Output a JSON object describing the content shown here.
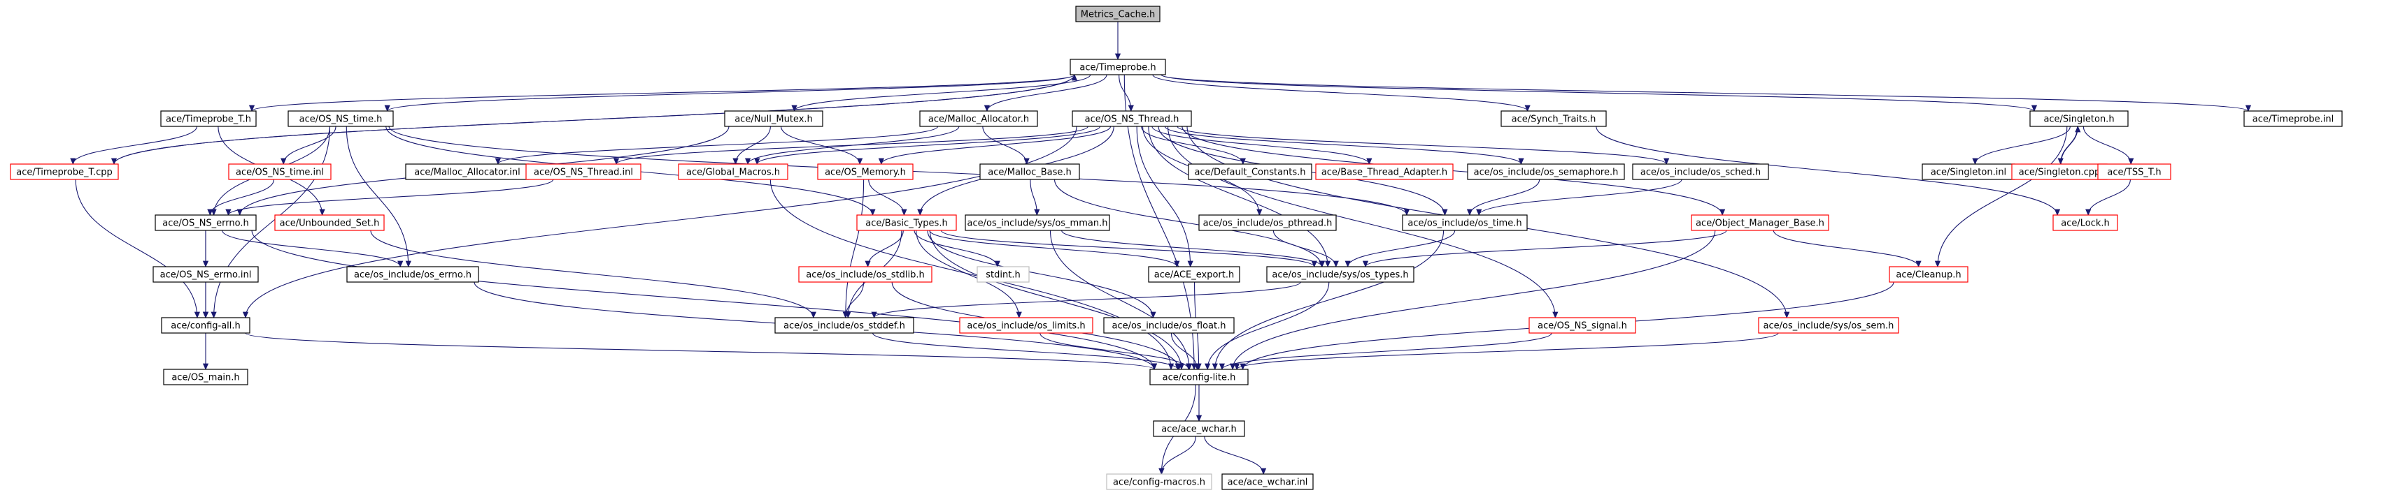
{
  "graph": {
    "root": "Metrics_Cache.h",
    "colors": {
      "edge": "#191970",
      "normal_border": "#000000",
      "truncated_border": "#ff0000",
      "external_border": "#bfbfbf",
      "root_fill": "#bfbfbf"
    },
    "nodes": [
      {
        "id": "metrics_cache",
        "label": "Metrics_Cache.h",
        "style": "root"
      },
      {
        "id": "timeprobe_h",
        "label": "ace/Timeprobe.h",
        "style": "normal"
      },
      {
        "id": "timeprobe_t_h",
        "label": "ace/Timeprobe_T.h",
        "style": "normal"
      },
      {
        "id": "os_ns_time_h",
        "label": "ace/OS_NS_time.h",
        "style": "normal"
      },
      {
        "id": "null_mutex_h",
        "label": "ace/Null_Mutex.h",
        "style": "normal"
      },
      {
        "id": "malloc_allocator_h",
        "label": "ace/Malloc_Allocator.h",
        "style": "normal"
      },
      {
        "id": "os_ns_thread_h",
        "label": "ace/OS_NS_Thread.h",
        "style": "normal"
      },
      {
        "id": "synch_traits_h",
        "label": "ace/Synch_Traits.h",
        "style": "normal"
      },
      {
        "id": "singleton_h",
        "label": "ace/Singleton.h",
        "style": "normal"
      },
      {
        "id": "timeprobe_inl",
        "label": "ace/Timeprobe.inl",
        "style": "normal"
      },
      {
        "id": "timeprobe_t_cpp",
        "label": "ace/Timeprobe_T.cpp",
        "style": "red"
      },
      {
        "id": "malloc_allocator_inl",
        "label": "ace/Malloc_Allocator.inl",
        "style": "normal"
      },
      {
        "id": "os_ns_thread_inl",
        "label": "ace/OS_NS_Thread.inl",
        "style": "red"
      },
      {
        "id": "global_macros_h",
        "label": "ace/Global_Macros.h",
        "style": "red"
      },
      {
        "id": "os_memory_h",
        "label": "ace/OS_Memory.h",
        "style": "red"
      },
      {
        "id": "malloc_base_h",
        "label": "ace/Malloc_Base.h",
        "style": "normal"
      },
      {
        "id": "default_constants_h",
        "label": "ace/Default_Constants.h",
        "style": "normal"
      },
      {
        "id": "base_thread_adapter_h",
        "label": "ace/Base_Thread_Adapter.h",
        "style": "red"
      },
      {
        "id": "os_semaphore_h",
        "label": "ace/os_include/os_semaphore.h",
        "style": "normal"
      },
      {
        "id": "os_sched_h",
        "label": "ace/os_include/os_sched.h",
        "style": "normal"
      },
      {
        "id": "singleton_inl",
        "label": "ace/Singleton.inl",
        "style": "normal"
      },
      {
        "id": "singleton_cpp",
        "label": "ace/Singleton.cpp",
        "style": "red"
      },
      {
        "id": "tss_t_h",
        "label": "ace/TSS_T.h",
        "style": "red"
      },
      {
        "id": "os_ns_time_inl",
        "label": "ace/OS_NS_time.inl",
        "style": "red"
      },
      {
        "id": "os_ns_errno_h",
        "label": "ace/OS_NS_errno.h",
        "style": "normal"
      },
      {
        "id": "unbounded_set_h",
        "label": "ace/Unbounded_Set.h",
        "style": "red"
      },
      {
        "id": "basic_types_h",
        "label": "ace/Basic_Types.h",
        "style": "red"
      },
      {
        "id": "os_mman_h",
        "label": "ace/os_include/sys/os_mman.h",
        "style": "normal"
      },
      {
        "id": "os_pthread_h",
        "label": "ace/os_include/os_pthread.h",
        "style": "normal"
      },
      {
        "id": "os_time_h",
        "label": "ace/os_include/os_time.h",
        "style": "normal"
      },
      {
        "id": "object_manager_base_h",
        "label": "ace/Object_Manager_Base.h",
        "style": "red"
      },
      {
        "id": "lock_h",
        "label": "ace/Lock.h",
        "style": "red"
      },
      {
        "id": "os_ns_errno_inl",
        "label": "ace/OS_NS_errno.inl",
        "style": "normal"
      },
      {
        "id": "os_errno_h",
        "label": "ace/os_include/os_errno.h",
        "style": "normal"
      },
      {
        "id": "os_stdlib_h",
        "label": "ace/os_include/os_stdlib.h",
        "style": "red"
      },
      {
        "id": "stdint_h",
        "label": "stdint.h",
        "style": "grey"
      },
      {
        "id": "ace_export_h",
        "label": "ace/ACE_export.h",
        "style": "normal"
      },
      {
        "id": "os_types_h",
        "label": "ace/os_include/sys/os_types.h",
        "style": "normal"
      },
      {
        "id": "cleanup_h",
        "label": "ace/Cleanup.h",
        "style": "red"
      },
      {
        "id": "config_all_h",
        "label": "ace/config-all.h",
        "style": "normal"
      },
      {
        "id": "os_stddef_h",
        "label": "ace/os_include/os_stddef.h",
        "style": "normal"
      },
      {
        "id": "os_limits_h",
        "label": "ace/os_include/os_limits.h",
        "style": "red"
      },
      {
        "id": "os_float_h",
        "label": "ace/os_include/os_float.h",
        "style": "normal"
      },
      {
        "id": "os_ns_signal_h",
        "label": "ace/OS_NS_signal.h",
        "style": "red"
      },
      {
        "id": "os_sem_h",
        "label": "ace/os_include/sys/os_sem.h",
        "style": "red"
      },
      {
        "id": "os_main_h",
        "label": "ace/OS_main.h",
        "style": "normal"
      },
      {
        "id": "config_lite_h",
        "label": "ace/config-lite.h",
        "style": "normal"
      },
      {
        "id": "ace_wchar_h",
        "label": "ace/ace_wchar.h",
        "style": "normal"
      },
      {
        "id": "config_macros_h",
        "label": "ace/config-macros.h",
        "style": "grey"
      },
      {
        "id": "ace_wchar_inl",
        "label": "ace/ace_wchar.inl",
        "style": "normal"
      }
    ],
    "edges": [
      [
        "metrics_cache",
        "timeprobe_h"
      ],
      [
        "timeprobe_h",
        "timeprobe_t_h"
      ],
      [
        "timeprobe_h",
        "os_ns_time_h"
      ],
      [
        "timeprobe_h",
        "null_mutex_h"
      ],
      [
        "timeprobe_h",
        "malloc_allocator_h"
      ],
      [
        "timeprobe_h",
        "os_ns_thread_h"
      ],
      [
        "timeprobe_h",
        "synch_traits_h"
      ],
      [
        "timeprobe_h",
        "singleton_h"
      ],
      [
        "timeprobe_h",
        "timeprobe_inl"
      ],
      [
        "timeprobe_h",
        "timeprobe_t_cpp"
      ],
      [
        "timeprobe_h",
        "config_lite_h"
      ],
      [
        "timeprobe_t_h",
        "timeprobe_t_cpp"
      ],
      [
        "timeprobe_t_h",
        "unbounded_set_h"
      ],
      [
        "timeprobe_t_cpp",
        "timeprobe_h"
      ],
      [
        "timeprobe_t_cpp",
        "config_all_h"
      ],
      [
        "os_ns_time_h",
        "os_ns_time_inl"
      ],
      [
        "os_ns_time_h",
        "os_ns_errno_h"
      ],
      [
        "os_ns_time_h",
        "basic_types_h"
      ],
      [
        "os_ns_time_h",
        "os_time_h"
      ],
      [
        "os_ns_time_h",
        "config_all_h"
      ],
      [
        "os_ns_time_h",
        "os_errno_h"
      ],
      [
        "os_ns_time_inl",
        "os_ns_errno_h"
      ],
      [
        "null_mutex_h",
        "global_macros_h"
      ],
      [
        "null_mutex_h",
        "os_memory_h"
      ],
      [
        "null_mutex_h",
        "os_ns_errno_h"
      ],
      [
        "malloc_allocator_h",
        "malloc_allocator_inl"
      ],
      [
        "malloc_allocator_h",
        "malloc_base_h"
      ],
      [
        "malloc_allocator_h",
        "global_macros_h"
      ],
      [
        "os_ns_thread_h",
        "os_ns_thread_inl"
      ],
      [
        "os_ns_thread_h",
        "global_macros_h"
      ],
      [
        "os_ns_thread_h",
        "os_memory_h"
      ],
      [
        "os_ns_thread_h",
        "default_constants_h"
      ],
      [
        "os_ns_thread_h",
        "base_thread_adapter_h"
      ],
      [
        "os_ns_thread_h",
        "os_semaphore_h"
      ],
      [
        "os_ns_thread_h",
        "os_sched_h"
      ],
      [
        "os_ns_thread_h",
        "basic_types_h"
      ],
      [
        "os_ns_thread_h",
        "os_pthread_h"
      ],
      [
        "os_ns_thread_h",
        "os_time_h"
      ],
      [
        "os_ns_thread_h",
        "object_manager_base_h"
      ],
      [
        "os_ns_thread_h",
        "ace_export_h"
      ],
      [
        "os_ns_thread_h",
        "os_types_h"
      ],
      [
        "os_ns_thread_h",
        "os_ns_signal_h"
      ],
      [
        "os_ns_thread_h",
        "os_sem_h"
      ],
      [
        "os_ns_thread_h",
        "config_all_h"
      ],
      [
        "os_ns_thread_inl",
        "os_ns_errno_h"
      ],
      [
        "global_macros_h",
        "config_lite_h"
      ],
      [
        "os_memory_h",
        "basic_types_h"
      ],
      [
        "os_memory_h",
        "os_stddef_h"
      ],
      [
        "malloc_base_h",
        "os_mman_h"
      ],
      [
        "malloc_base_h",
        "os_types_h"
      ],
      [
        "os_semaphore_h",
        "os_time_h"
      ],
      [
        "os_sched_h",
        "os_time_h"
      ],
      [
        "os_pthread_h",
        "os_types_h"
      ],
      [
        "os_time_h",
        "os_types_h"
      ],
      [
        "os_time_h",
        "config_lite_h"
      ],
      [
        "os_mman_h",
        "os_types_h"
      ],
      [
        "os_mman_h",
        "config_lite_h"
      ],
      [
        "singleton_h",
        "singleton_inl"
      ],
      [
        "singleton_h",
        "singleton_cpp"
      ],
      [
        "singleton_h",
        "tss_t_h"
      ],
      [
        "singleton_h",
        "cleanup_h"
      ],
      [
        "singleton_cpp",
        "singleton_h"
      ],
      [
        "synch_traits_h",
        "lock_h"
      ],
      [
        "tss_t_h",
        "lock_h"
      ],
      [
        "object_manager_base_h",
        "os_types_h"
      ],
      [
        "object_manager_base_h",
        "cleanup_h"
      ],
      [
        "object_manager_base_h",
        "config_lite_h"
      ],
      [
        "cleanup_h",
        "config_lite_h"
      ],
      [
        "os_ns_errno_h",
        "os_ns_errno_inl"
      ],
      [
        "os_ns_errno_h",
        "os_errno_h"
      ],
      [
        "os_ns_errno_h",
        "config_all_h"
      ],
      [
        "os_ns_errno_h",
        "config_lite_h"
      ],
      [
        "os_ns_errno_inl",
        "config_all_h"
      ],
      [
        "os_errno_h",
        "config_lite_h"
      ],
      [
        "unbounded_set_h",
        "os_stddef_h"
      ],
      [
        "basic_types_h",
        "os_stdlib_h"
      ],
      [
        "basic_types_h",
        "stdint_h"
      ],
      [
        "basic_types_h",
        "ace_export_h"
      ],
      [
        "basic_types_h",
        "os_types_h"
      ],
      [
        "basic_types_h",
        "os_limits_h"
      ],
      [
        "basic_types_h",
        "os_float_h"
      ],
      [
        "basic_types_h",
        "os_stddef_h"
      ],
      [
        "basic_types_h",
        "config_lite_h"
      ],
      [
        "os_stdlib_h",
        "os_stddef_h"
      ],
      [
        "os_stdlib_h",
        "config_lite_h"
      ],
      [
        "ace_export_h",
        "config_lite_h"
      ],
      [
        "os_types_h",
        "os_stddef_h"
      ],
      [
        "os_types_h",
        "config_lite_h"
      ],
      [
        "config_all_h",
        "os_main_h"
      ],
      [
        "config_all_h",
        "config_lite_h"
      ],
      [
        "os_stddef_h",
        "config_lite_h"
      ],
      [
        "os_limits_h",
        "config_lite_h"
      ],
      [
        "os_float_h",
        "config_lite_h"
      ],
      [
        "os_ns_signal_h",
        "config_lite_h"
      ],
      [
        "os_sem_h",
        "config_lite_h"
      ],
      [
        "config_lite_h",
        "ace_wchar_h"
      ],
      [
        "config_lite_h",
        "config_macros_h"
      ],
      [
        "ace_wchar_h",
        "config_macros_h"
      ],
      [
        "ace_wchar_h",
        "ace_wchar_inl"
      ]
    ]
  }
}
